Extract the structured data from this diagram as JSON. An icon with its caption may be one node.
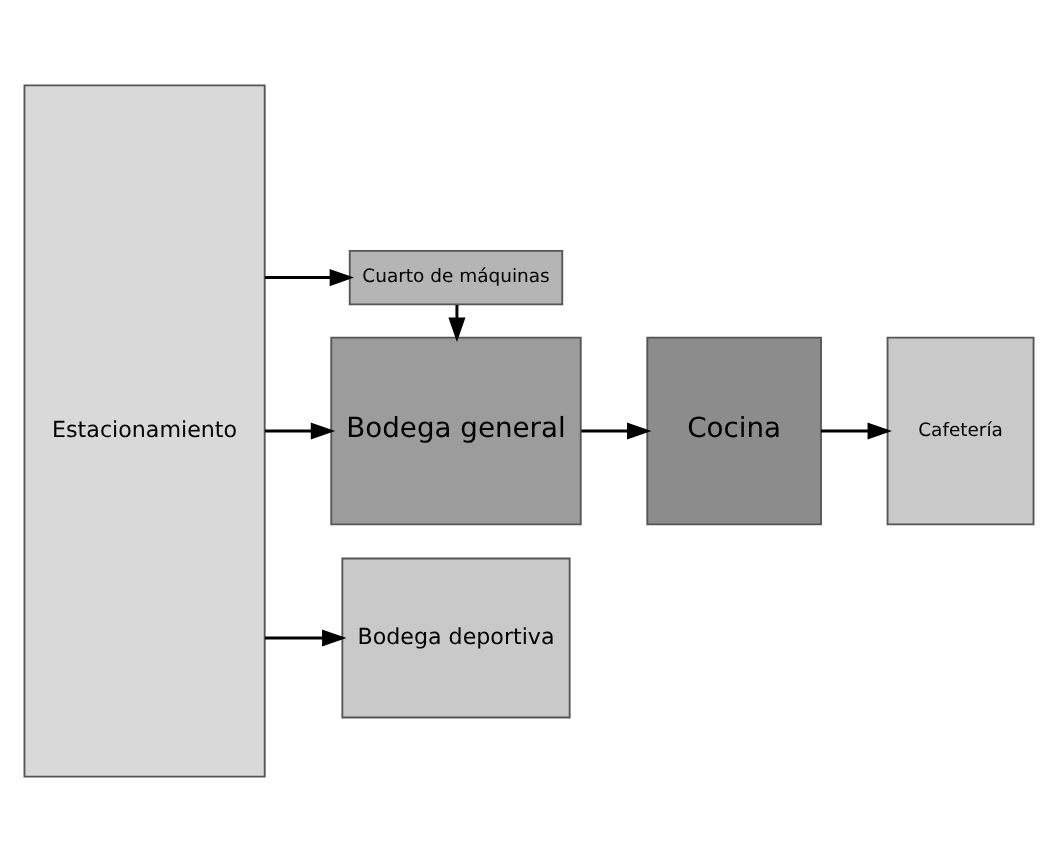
{
  "diagram": {
    "nodes": [
      {
        "text": [
          "Estacionamiento"
        ]
      },
      {
        "text": [
          "Cuarto de máquinas"
        ]
      },
      {
        "text": [
          "Bodega general"
        ]
      },
      {
        "text": [
          "Cocina"
        ]
      },
      {
        "text": [
          "Cafetería"
        ]
      },
      {
        "text": [
          "Bodega deportiva"
        ]
      }
    ],
    "edges": [
      {
        "from": 0,
        "to": 1,
        "arrow": "to"
      },
      {
        "from": 0,
        "to": 2,
        "arrow": "to"
      },
      {
        "from": 0,
        "to": 5,
        "arrow": "to"
      },
      {
        "from": 1,
        "to": 2,
        "arrow": "to"
      },
      {
        "from": 2,
        "to": 3,
        "arrow": "to"
      },
      {
        "from": 3,
        "to": 4,
        "arrow": "to"
      }
    ]
  }
}
